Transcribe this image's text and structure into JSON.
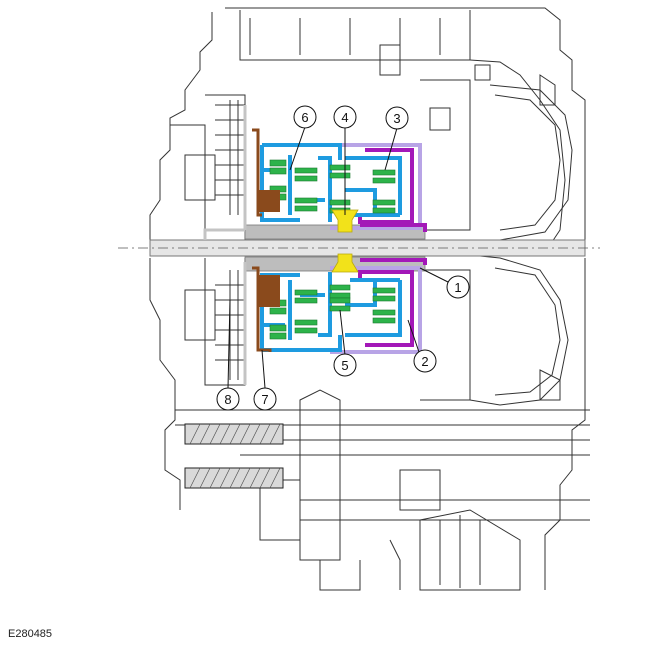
{
  "figure_reference": "E280485",
  "callouts": [
    "1",
    "2",
    "3",
    "4",
    "5",
    "6",
    "7",
    "8"
  ],
  "colors": {
    "outline": "#333333",
    "light_outline": "#9a9a9a",
    "shaft": "#bdbdbd",
    "blue": "#1e9be0",
    "green": "#2db34a",
    "purple": "#a318b8",
    "lavender": "#b8a4e6",
    "brown": "#8a4a1c",
    "yellow": "#f2e21a"
  }
}
